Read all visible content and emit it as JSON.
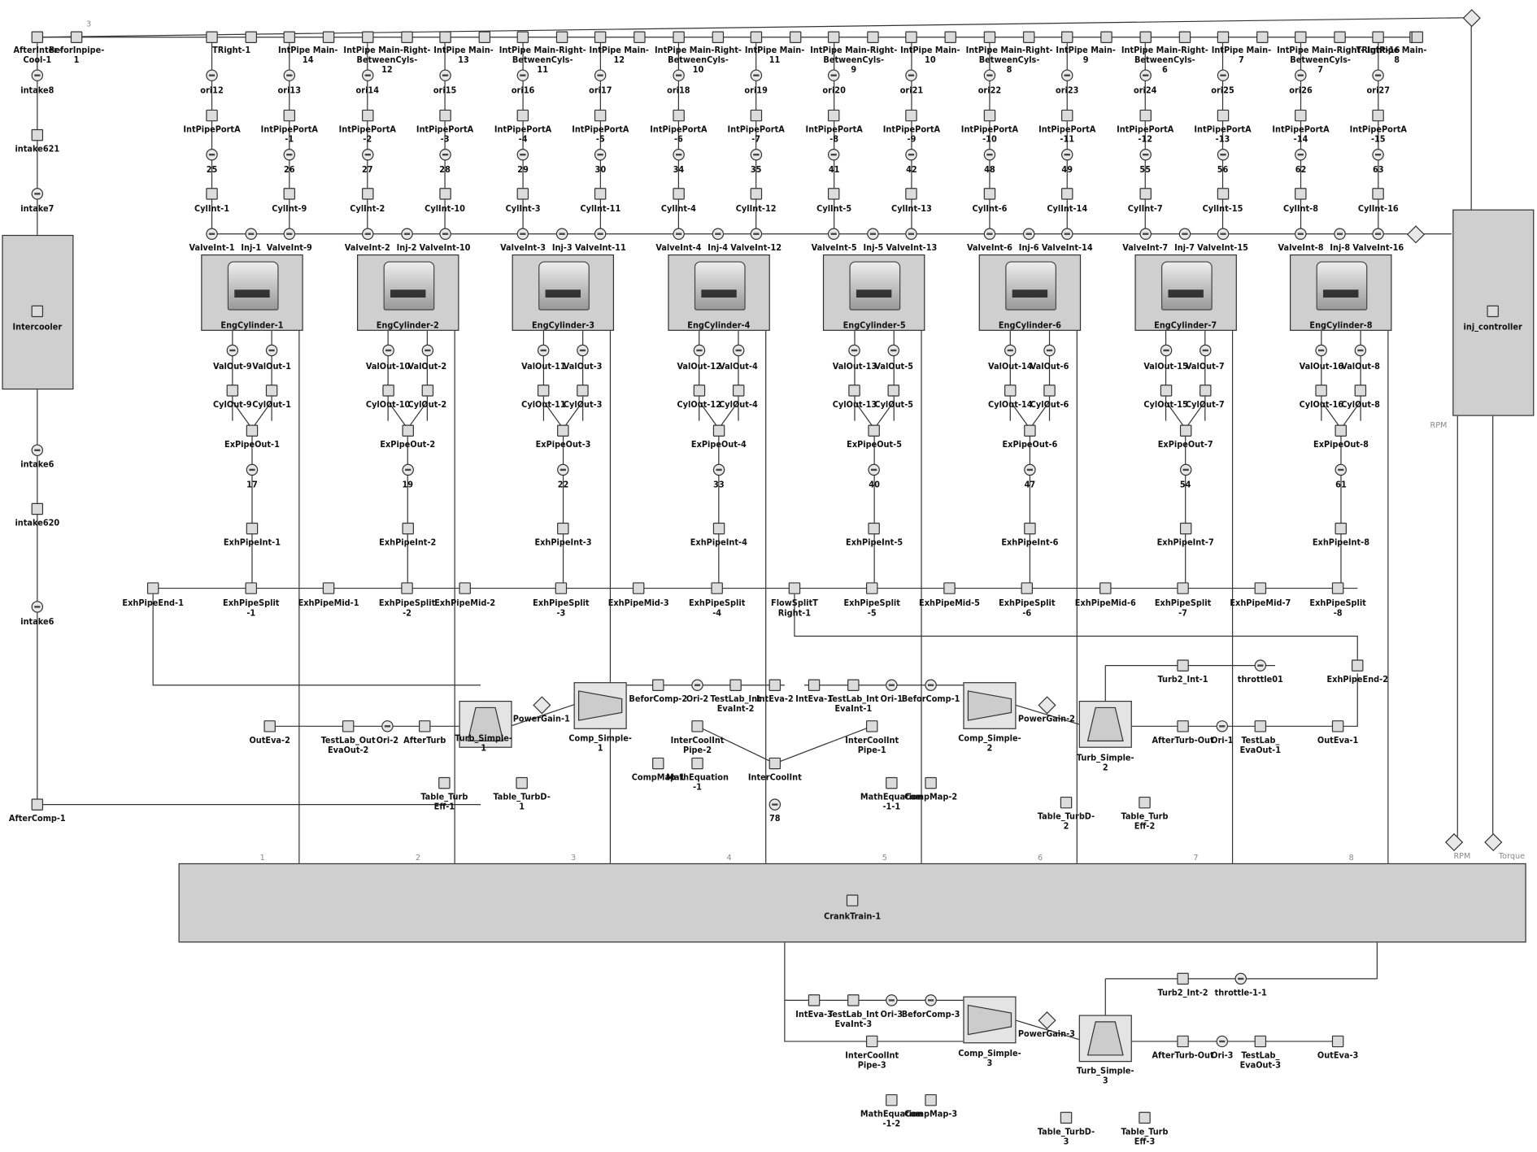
{
  "diagram": {
    "cylinders": [
      "EngCylinder-1",
      "EngCylinder-2",
      "EngCylinder-3",
      "EngCylinder-4",
      "EngCylinder-5",
      "EngCylinder-6",
      "EngCylinder-7",
      "EngCylinder-8"
    ],
    "top_pipes": [
      {
        "a": "TRight-1",
        "b": "IntPipe Main-\n14"
      },
      {
        "a": "IntPipe Main-Right-\nBetweenCyls-\n12",
        "b": "IntPipe Main-\n13"
      },
      {
        "a": "IntPipe Main-Right-\nBetweenCyls-\n11",
        "b": "IntPipe Main-\n12"
      },
      {
        "a": "IntPipe Main-Right-\nBetweenCyls-\n10",
        "b": "IntPipe Main-\n11"
      },
      {
        "a": "IntPipe Main-Right-\nBetweenCyls-\n9",
        "b": "IntPipe Main-\n10"
      },
      {
        "a": "IntPipe Main-Right-\nBetweenCyls-\n8",
        "b": "IntPipe Main-\n9"
      },
      {
        "a": "IntPipe Main-Right-\nBetweenCyls-\n6",
        "b": "IntPipe Main-\n7"
      },
      {
        "a": "IntPipe Main-Right-\nBetweenCyls-\n7",
        "b": "IntPipe Main-\n8"
      }
    ],
    "top_right_label": "TRight-16",
    "ori_top": [
      "ori12",
      "ori13",
      "ori14",
      "ori15",
      "ori16",
      "ori17",
      "ori18",
      "ori19",
      "ori20",
      "ori21",
      "ori22",
      "ori23",
      "ori24",
      "ori25",
      "ori26",
      "ori27"
    ],
    "port_labels": [
      "IntPipePortA",
      "IntPipePortA\n-1",
      "IntPipePortA\n-2",
      "IntPipePortA\n-3",
      "IntPipePortA\n-4",
      "IntPipePortA\n-5",
      "IntPipePortA\n-6",
      "IntPipePortA\n-7",
      "IntPipePortA\n-8",
      "IntPipePortA\n-9",
      "IntPipePortA\n-10",
      "IntPipePortA\n-11",
      "IntPipePortA\n-12",
      "IntPipePortA\n-13",
      "IntPipePortA\n-14",
      "IntPipePortA\n-15"
    ],
    "ori_num": [
      "25",
      "26",
      "27",
      "28",
      "29",
      "30",
      "34",
      "35",
      "41",
      "42",
      "48",
      "49",
      "55",
      "56",
      "62",
      "63"
    ],
    "cylint": [
      "CylInt-1",
      "CylInt-9",
      "CylInt-2",
      "CylInt-10",
      "CylInt-3",
      "CylInt-11",
      "CylInt-4",
      "CylInt-12",
      "CylInt-5",
      "CylInt-13",
      "CylInt-6",
      "CylInt-14",
      "CylInt-7",
      "CylInt-15",
      "CylInt-8",
      "CylInt-16"
    ],
    "valveint": [
      "ValveInt-1",
      "ValveInt-9",
      "ValveInt-2",
      "ValveInt-10",
      "ValveInt-3",
      "ValveInt-11",
      "ValveInt-4",
      "ValveInt-12",
      "ValveInt-5",
      "ValveInt-13",
      "ValveInt-6",
      "ValveInt-14",
      "ValveInt-7",
      "ValveInt-15",
      "ValveInt-8",
      "ValveInt-16"
    ],
    "inj": [
      "Inj-1",
      "Inj-2",
      "Inj-3",
      "Inj-4",
      "Inj-5",
      "Inj-6",
      "Inj-7",
      "Inj-8"
    ],
    "valout": [
      [
        "ValOut-9",
        "ValOut-1"
      ],
      [
        "ValOut-10",
        "ValOut-2"
      ],
      [
        "ValOut-11",
        "ValOut-3"
      ],
      [
        "ValOut-12",
        "ValOut-4"
      ],
      [
        "ValOut-13",
        "ValOut-5"
      ],
      [
        "ValOut-14",
        "ValOut-6"
      ],
      [
        "ValOut-15",
        "ValOut-7"
      ],
      [
        "ValOut-16",
        "ValOut-8"
      ]
    ],
    "cylout": [
      [
        "CylOut-9",
        "CylOut-1"
      ],
      [
        "CylOut-10",
        "CylOut-2"
      ],
      [
        "CylOut-11",
        "CylOut-3"
      ],
      [
        "CylOut-12",
        "CylOut-4"
      ],
      [
        "CylOut-13",
        "CylOut-5"
      ],
      [
        "CylOut-14",
        "CylOut-6"
      ],
      [
        "CylOut-15",
        "CylOut-7"
      ],
      [
        "CylOut-16",
        "CylOut-8"
      ]
    ],
    "expipeout": [
      "ExPipeOut-1",
      "ExPipeOut-2",
      "ExPipeOut-3",
      "ExPipeOut-4",
      "ExPipeOut-5",
      "ExPipeOut-6",
      "ExPipeOut-7",
      "ExPipeOut-8"
    ],
    "exnum": [
      "17",
      "19",
      "22",
      "33",
      "40",
      "47",
      "54",
      "61"
    ],
    "exhpipeint": [
      "ExhPipeInt-1",
      "ExhPipeInt-2",
      "ExhPipeInt-3",
      "ExhPipeInt-4",
      "ExhPipeInt-5",
      "ExhPipeInt-6",
      "ExhPipeInt-7",
      "ExhPipeInt-8"
    ],
    "split_row": [
      "ExhPipeEnd-1",
      "ExhPipeSplit\n-1",
      "ExhPipeMid-1",
      "ExhPipeSplit\n-2",
      "ExhPipeMid-2",
      "ExhPipeSplit\n-3",
      "ExhPipeMid-3",
      "ExhPipeSplit\n-4",
      "FlowSplitT\nRight-1",
      "ExhPipeSplit\n-5",
      "ExhPipeMid-5",
      "ExhPipeSplit\n-6",
      "ExhPipeMid-6",
      "ExhPipeSplit\n-7",
      "ExhPipeMid-7",
      "ExhPipeSplit\n-8"
    ],
    "left_col": [
      "AfterInter-\nCool-1",
      "BeforInpipe-\n1",
      "intake8",
      "intake621",
      "intake7",
      "Intercooler",
      "intake6",
      "intake620",
      "intake6",
      "AfterComp-1"
    ],
    "controller": "inj_controller",
    "crank": "CrankTrain-1",
    "rpm": "RPM",
    "torque": "Torque",
    "turbo1": [
      "ExhPipeEnd-2",
      "Turb2_Int-1",
      "throttle01",
      "OutEva-2",
      "TestLab_Out\nEvaOut-2",
      "Ori-2",
      "AfterTurb",
      "Turb_Simple-\n1",
      "PowerGain-1",
      "Comp_Simple-\n1",
      "BeforComp-2",
      "Ori-2",
      "TestLab_Int\nEvaInt-2",
      "IntEva-2",
      "IntEva-1",
      "TestLab_Int\nEvaInt-1",
      "Ori-1",
      "BeforComp-1",
      "InterCoolInt\nPipe-2",
      "InterCoolInt\nPipe-1",
      "InterCoolInt",
      "78",
      "CompMap-1",
      "MathEquation\n-1",
      "Table_Turb\nEff-1",
      "Table_TurbD-\n1",
      "MathEquation\n-1-1",
      "CompMap-2",
      "Comp_Simple-\n2",
      "PowerGain-2",
      "Turb_Simple-\n2",
      "AfterTurb-Out",
      "Ori-1",
      "TestLab_\nEvaOut-1",
      "OutEva-1",
      "Table_TurbD-\n2",
      "Table_Turb\nEff-2"
    ],
    "turbo3": [
      "Turb2_Int-2",
      "throttle-1-1",
      "IntEva-3",
      "TestLab_Int\nEvaInt-3",
      "Ori-3",
      "BeforComp-3",
      "InterCoolInt\nPipe-3",
      "Comp_Simple-\n3",
      "PowerGain-3",
      "Turb_Simple-\n3",
      "AfterTurb-Out",
      "Ori-3",
      "TestLab_\nEvaOut-3",
      "OutEva-3",
      "MathEquation\n-1-2",
      "CompMap-3",
      "Table_TurbD-\n3",
      "Table_Turb\nEff-3"
    ],
    "crank_ports": [
      "1",
      "2",
      "3",
      "4",
      "5",
      "6",
      "7",
      "8"
    ],
    "port_small": [
      "3",
      "2",
      "4",
      "1"
    ]
  }
}
